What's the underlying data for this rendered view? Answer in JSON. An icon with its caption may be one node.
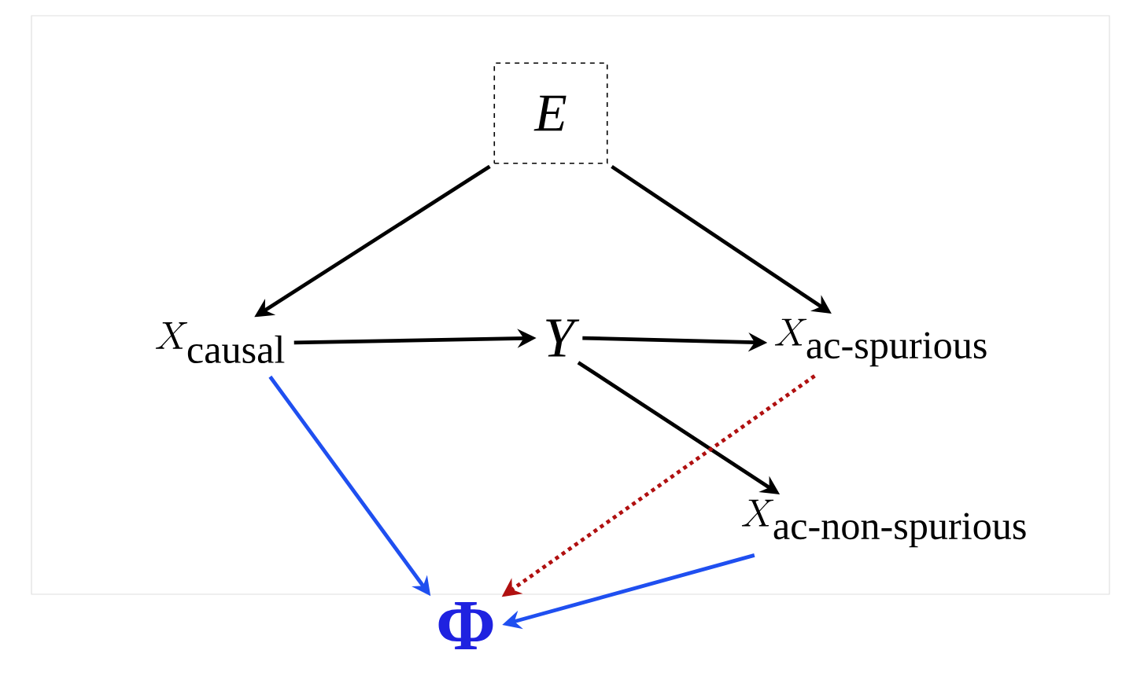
{
  "diagram": {
    "nodes": [
      {
        "text": [
          "E"
        ]
      },
      {
        "text": [
          "X_{\\text{causal}}"
        ]
      },
      {
        "text": [
          "Y"
        ]
      },
      {
        "text": [
          "X_{\\text{ac-spurious}}"
        ]
      },
      {
        "text": [
          "X_{\\text{ac-non-spurious}}"
        ]
      },
      {
        "text": [
          "Φ"
        ]
      }
    ],
    "edges": [
      {
        "from": 0,
        "to": 1,
        "arrow": "to"
      },
      {
        "from": 0,
        "to": 3,
        "arrow": "to"
      },
      {
        "from": 1,
        "to": 2,
        "arrow": "to"
      },
      {
        "from": 2,
        "to": 3,
        "arrow": "to"
      },
      {
        "from": 2,
        "to": 4,
        "arrow": "to"
      },
      {
        "from": 1,
        "to": 5,
        "arrow": "to",
        "color": "#1f4ff0"
      },
      {
        "from": 3,
        "to": 5,
        "arrow": "to",
        "style": "dashed",
        "color": "#b01010"
      },
      {
        "from": 4,
        "to": 5,
        "arrow": "to",
        "color": "#1f4ff0"
      }
    ]
  }
}
